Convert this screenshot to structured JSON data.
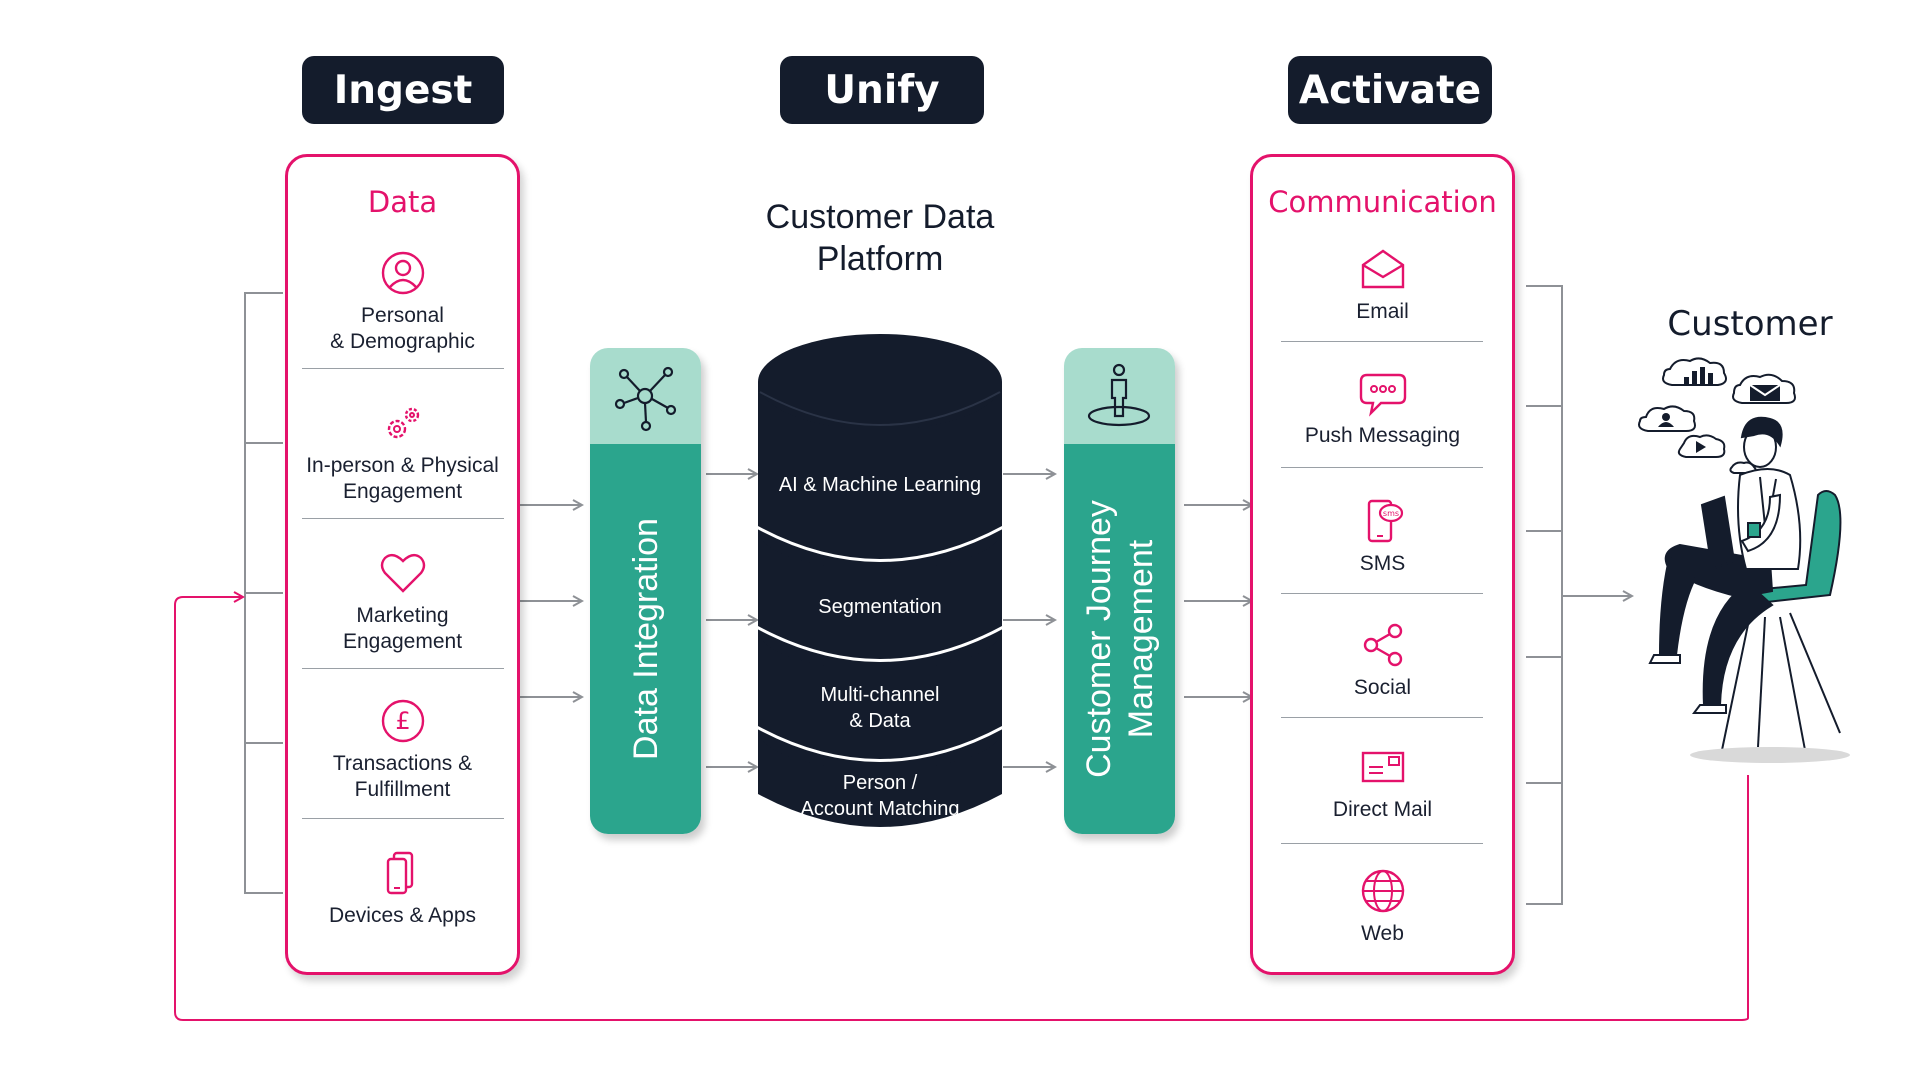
{
  "stages": {
    "ingest": "Ingest",
    "unify": "Unify",
    "activate": "Activate"
  },
  "data_panel": {
    "title": "Data",
    "items": [
      {
        "label": "Personal\n& Demographic",
        "icon": "person-icon"
      },
      {
        "label": "In-person & Physical\nEngagement",
        "icon": "gears-icon"
      },
      {
        "label": "Marketing\nEngagement",
        "icon": "heart-icon"
      },
      {
        "label": "Transactions &\nFulfillment",
        "icon": "pound-icon"
      },
      {
        "label": "Devices & Apps",
        "icon": "devices-icon"
      }
    ]
  },
  "integration": {
    "label": "Data Integration",
    "icon": "network-icon"
  },
  "cdp": {
    "title": "Customer Data\nPlatform",
    "segments": [
      "AI & Machine Learning",
      "Segmentation",
      "Multi-channel\n& Data",
      "Person /\nAccount Matching"
    ]
  },
  "journey": {
    "label": "Customer Journey\nManagement",
    "icon": "person-on-platform-icon"
  },
  "communication_panel": {
    "title": "Communication",
    "items": [
      {
        "label": "Email",
        "icon": "email-icon"
      },
      {
        "label": "Push Messaging",
        "icon": "chat-bubble-icon"
      },
      {
        "label": "SMS",
        "icon": "sms-phone-icon"
      },
      {
        "label": "Social",
        "icon": "share-icon"
      },
      {
        "label": "Direct Mail",
        "icon": "mail-card-icon"
      },
      {
        "label": "Web",
        "icon": "globe-icon"
      }
    ]
  },
  "customer": {
    "title": "Customer"
  },
  "colors": {
    "accent_pink": "#e4126b",
    "navy": "#141c2c",
    "teal": "#2ba58d",
    "teal_light": "#a8dccd",
    "connector_gray": "#8e9196"
  }
}
